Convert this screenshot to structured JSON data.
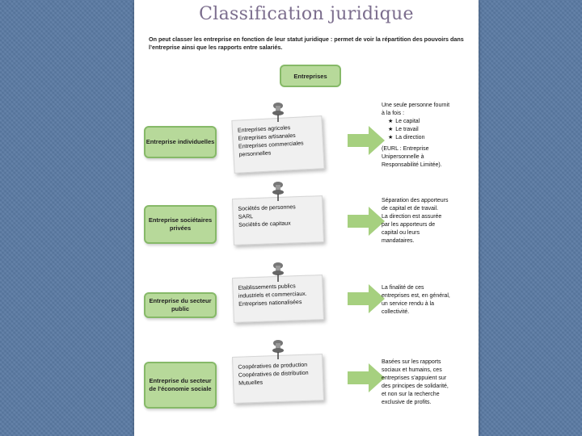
{
  "title": "Classification juridique",
  "intro": "On peut classer les entreprise en fonction de leur statut juridique : permet de voir la répartition des pouvoirs dans l’entreprise ainsi que les rapports entre salariés.",
  "root": "Entreprises",
  "rows": [
    {
      "category": "Entreprise individuelles",
      "note": [
        "Entreprises agricoles",
        "Entreprises artisanales",
        "Entreprises commerciales",
        "personnelles"
      ],
      "desc_head": [
        "Une seule personne fournit",
        "à la fois :"
      ],
      "desc_list": [
        "Le capital",
        "Le travail",
        "La direction"
      ],
      "desc_tail": [
        "(EURL : Entreprise",
        "Unipersonnelle à",
        "Responsabilité Limitée)."
      ]
    },
    {
      "category": "Entreprise sociétaires privées",
      "note": [
        "Sociétés de personnes",
        "SARL",
        "Sociétés de capitaux"
      ],
      "desc_head": [
        "Séparation des apporteurs",
        "de capital et de travail.",
        "La direction est assurée",
        "par les apporteurs de",
        "capital ou leurs",
        "mandataires."
      ]
    },
    {
      "category": "Entreprise du secteur public",
      "note": [
        "Etablissements publics",
        "industriels et commerciaux.",
        "Entreprises nationalisées"
      ],
      "desc_head": [
        "La finalité de ces",
        "entreprises est, en général,",
        "un service rendu à la",
        "collectivité."
      ]
    },
    {
      "category": "Entreprise du secteur de l'économie sociale",
      "note": [
        "Coopératives de production",
        "Coopératives de distribution",
        "Mutuelles"
      ],
      "desc_head": [
        "Basées sur les rapports",
        "sociaux et humains, ces",
        "entreprises s’appuient sur",
        "des principes de solidarité,",
        "et non sur la recherche",
        "exclusive de profits."
      ]
    }
  ],
  "colors": {
    "background": "#5a7aa3",
    "box_fill": "#b7d99a",
    "box_border": "#86b968",
    "arrow_fill": "#a6d07f",
    "title": "#7b6d8d"
  }
}
